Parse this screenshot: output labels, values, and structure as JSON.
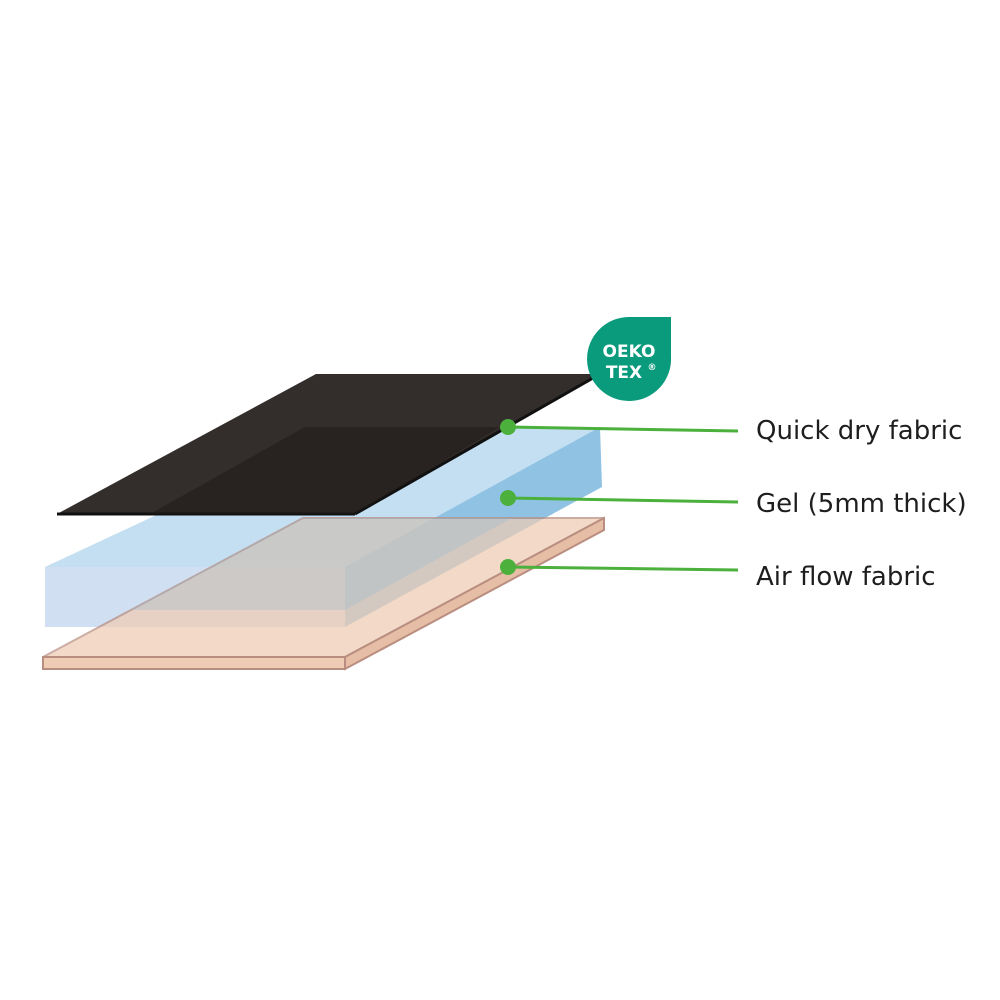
{
  "layers": [
    {
      "label": "Quick dry fabric",
      "color": "#332e2b"
    },
    {
      "label": "Gel (5mm thick)",
      "color": "#a9d2ee"
    },
    {
      "label": "Air flow fabric",
      "color": "#efcdb4"
    }
  ],
  "badge": {
    "line1": "OEKO",
    "line2": "TEX",
    "mark": "®",
    "color": "#0a9a7c"
  },
  "leader_color": "#4cb03d"
}
